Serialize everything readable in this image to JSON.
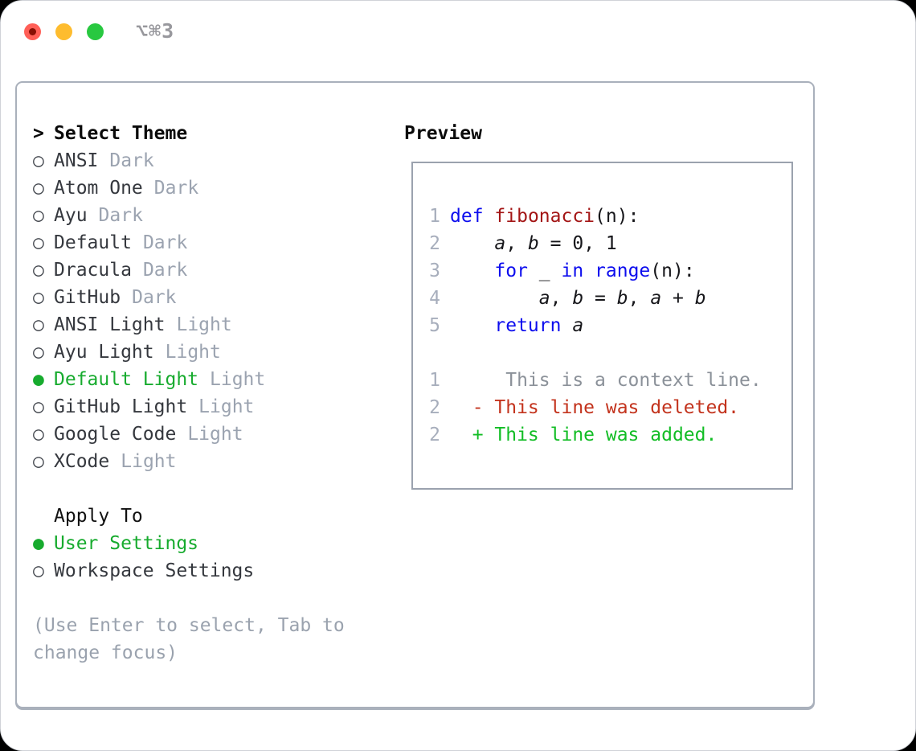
{
  "titlebar": {
    "title": "⌥⌘3"
  },
  "panel": {
    "select_theme": {
      "marker": ">",
      "label": "Select Theme"
    },
    "themes": [
      {
        "marker": "○",
        "name": "ANSI",
        "tag": "Dark",
        "selected": false
      },
      {
        "marker": "○",
        "name": "Atom One",
        "tag": "Dark",
        "selected": false
      },
      {
        "marker": "○",
        "name": "Ayu",
        "tag": "Dark",
        "selected": false
      },
      {
        "marker": "○",
        "name": "Default",
        "tag": "Dark",
        "selected": false
      },
      {
        "marker": "○",
        "name": "Dracula",
        "tag": "Dark",
        "selected": false
      },
      {
        "marker": "○",
        "name": "GitHub",
        "tag": "Dark",
        "selected": false
      },
      {
        "marker": "○",
        "name": "ANSI Light",
        "tag": "Light",
        "selected": false
      },
      {
        "marker": "○",
        "name": "Ayu Light",
        "tag": "Light",
        "selected": false
      },
      {
        "marker": "●",
        "name": "Default Light",
        "tag": "Light",
        "selected": true
      },
      {
        "marker": "○",
        "name": "GitHub Light",
        "tag": "Light",
        "selected": false
      },
      {
        "marker": "○",
        "name": "Google Code",
        "tag": "Light",
        "selected": false
      },
      {
        "marker": "○",
        "name": "XCode",
        "tag": "Light",
        "selected": false
      }
    ],
    "apply_to": {
      "label": "Apply To",
      "options": [
        {
          "marker": "●",
          "name": "User Settings",
          "selected": true
        },
        {
          "marker": "○",
          "name": "Workspace Settings",
          "selected": false
        }
      ]
    },
    "hint_line1": "(Use Enter to select, Tab to",
    "hint_line2": "change focus)"
  },
  "preview": {
    "label": "Preview",
    "code": [
      {
        "num": "1",
        "segments": [
          {
            "t": "def",
            "s": "kw"
          },
          {
            "t": " ",
            "s": "p"
          },
          {
            "t": "fibonacci",
            "s": "fn"
          },
          {
            "t": "(n):",
            "s": "p"
          }
        ]
      },
      {
        "num": "2",
        "segments": [
          {
            "t": "    ",
            "s": "p"
          },
          {
            "t": "a",
            "s": "v"
          },
          {
            "t": ", ",
            "s": "p"
          },
          {
            "t": "b",
            "s": "v"
          },
          {
            "t": " = 0, 1",
            "s": "p"
          }
        ]
      },
      {
        "num": "3",
        "segments": [
          {
            "t": "    ",
            "s": "p"
          },
          {
            "t": "for",
            "s": "kw"
          },
          {
            "t": " _ ",
            "s": "p"
          },
          {
            "t": "in",
            "s": "kw"
          },
          {
            "t": " ",
            "s": "p"
          },
          {
            "t": "range",
            "s": "kw"
          },
          {
            "t": "(n):",
            "s": "p"
          }
        ]
      },
      {
        "num": "4",
        "segments": [
          {
            "t": "        ",
            "s": "p"
          },
          {
            "t": "a",
            "s": "v"
          },
          {
            "t": ", ",
            "s": "p"
          },
          {
            "t": "b",
            "s": "v"
          },
          {
            "t": " = ",
            "s": "p"
          },
          {
            "t": "b",
            "s": "v"
          },
          {
            "t": ", ",
            "s": "p"
          },
          {
            "t": "a",
            "s": "v"
          },
          {
            "t": " + ",
            "s": "p"
          },
          {
            "t": "b",
            "s": "v"
          }
        ]
      },
      {
        "num": "5",
        "segments": [
          {
            "t": "    ",
            "s": "p"
          },
          {
            "t": "return",
            "s": "kw"
          },
          {
            "t": " ",
            "s": "p"
          },
          {
            "t": "a",
            "s": "v"
          }
        ]
      },
      {
        "num": "",
        "segments": []
      },
      {
        "num": "1",
        "segments": [
          {
            "t": "     This is a context line.",
            "s": "ctx"
          }
        ]
      },
      {
        "num": "2",
        "segments": [
          {
            "t": "  - This line was deleted.",
            "s": "del"
          }
        ]
      },
      {
        "num": "2",
        "segments": [
          {
            "t": "  + This line was added.",
            "s": "add"
          }
        ]
      }
    ]
  },
  "colors": {
    "accent-green": "#17ab2e",
    "add-green": "#12bd25",
    "del-red": "#c3331d",
    "kw-blue": "#0d0dee",
    "fn-red": "#a31515",
    "ctx-gray": "#8b9199",
    "tag-gray": "#9ba3b0",
    "hint-gray": "#9aa2ae",
    "lnum-gray": "#a7aebc",
    "name-dark": "#35383e",
    "marker-dark": "#43474e",
    "border-gray": "#a9b0bb",
    "pborder-gray": "#9ba2ae",
    "title-gray": "#98989d",
    "close-red": "#ff5f57",
    "min-yellow": "#febc2e",
    "zoom-green": "#28c840",
    "code-black": "#16161a"
  }
}
